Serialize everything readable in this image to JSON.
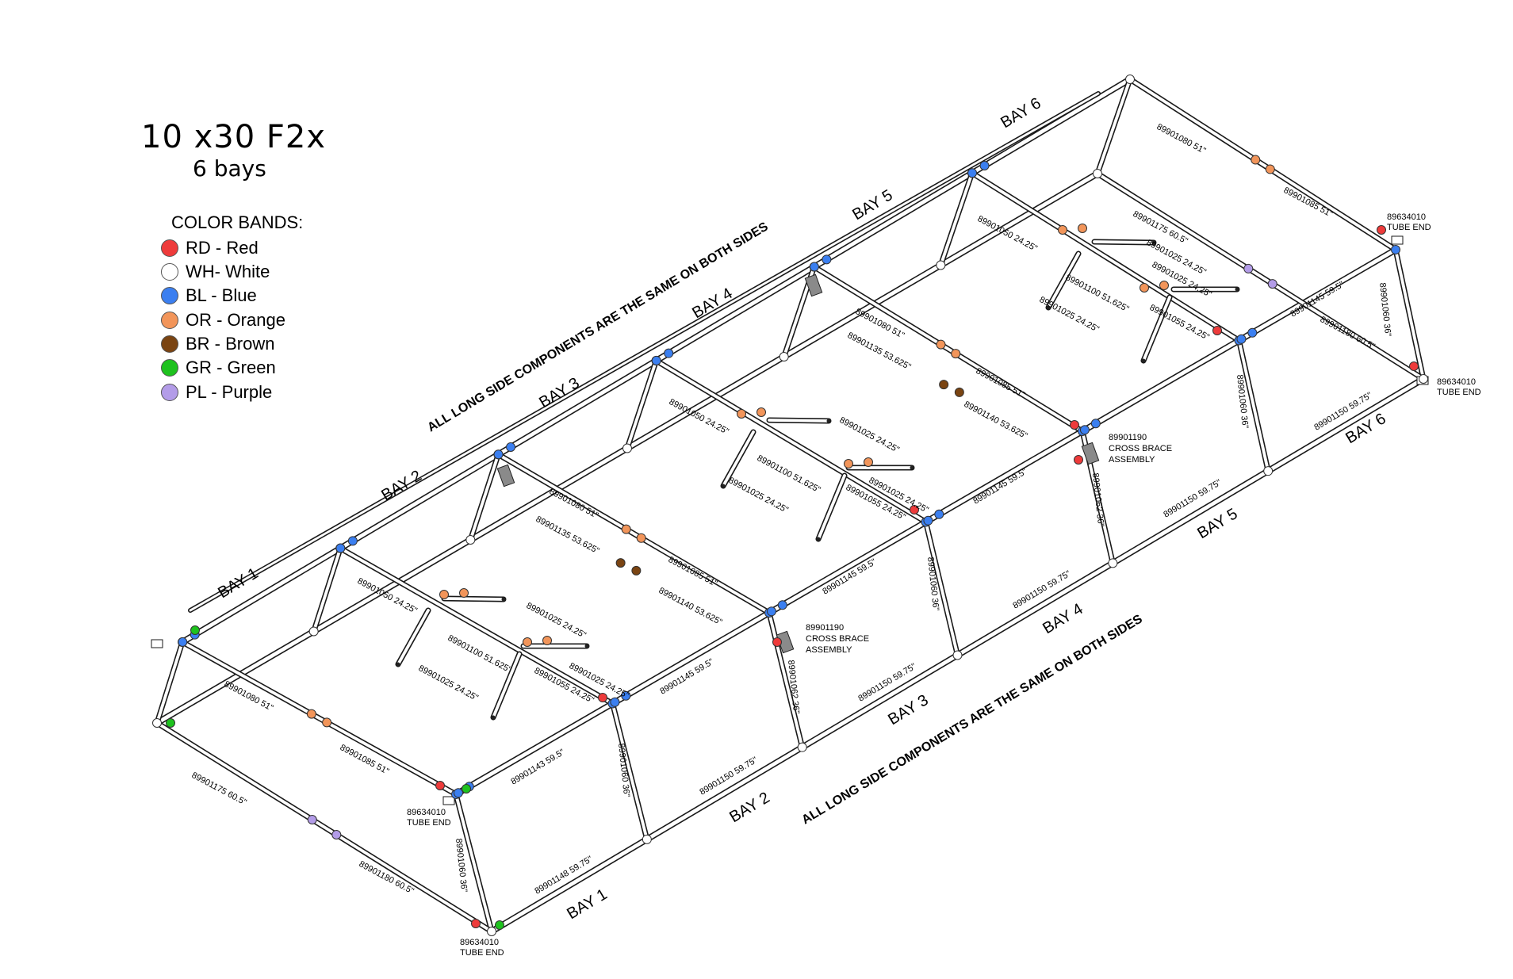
{
  "header": {
    "title": "10 x30  F2x",
    "subtitle": "6 bays"
  },
  "legend": {
    "title": "COLOR BANDS:",
    "items": [
      {
        "label": "RD - Red",
        "color": "#ee3b3b"
      },
      {
        "label": "WH- White",
        "color": "#ffffff"
      },
      {
        "label": "BL - Blue",
        "color": "#3b7ff0"
      },
      {
        "label": "OR - Orange",
        "color": "#f2955a"
      },
      {
        "label": "BR - Brown",
        "color": "#7a4412"
      },
      {
        "label": "GR - Green",
        "color": "#1ec21e"
      },
      {
        "label": "PL - Purple",
        "color": "#b39ce8"
      }
    ]
  },
  "colors": {
    "tube_fill": "#ffffff",
    "tube_stroke": "#1a1a1a",
    "cross_brace": "#8a8a8a"
  },
  "notes": {
    "back_side": "ALL LONG SIDE COMPONENTS ARE THE SAME ON BOTH SIDES",
    "front_side": "ALL LONG SIDE COMPONENTS ARE THE SAME ON BOTH SIDES"
  },
  "bays": {
    "back": [
      "BAY 1",
      "BAY 2",
      "BAY 3",
      "BAY 4",
      "BAY 5",
      "BAY 6"
    ],
    "front": [
      "BAY 1",
      "BAY 2",
      "BAY 3",
      "BAY 4",
      "BAY 5",
      "BAY 6"
    ]
  },
  "parts": {
    "rafter_left": [
      "89901080 51\"",
      "89901080 51\"",
      "89901080 51\"",
      "89901080 51\""
    ],
    "rafter_right": [
      "89901085 51\"",
      "89901085 51\"",
      "89901085 51\"",
      "89901085 51\""
    ],
    "ridge_front_top": [
      "89901050 24.25\"",
      "89901050 24.25\"",
      "89901050 24.25\""
    ],
    "ridge_mid": [
      "89901100 51.625\"",
      "89901100 51.625\"",
      "89901100 51.625\""
    ],
    "ridge_back": [
      "89901055 24.25\"",
      "89901055 24.25\"",
      "89901055 24.25\""
    ],
    "brace_top": [
      "89901025 24.25\"",
      "89901025 24.25\"",
      "89901025 24.25\""
    ],
    "brace_bottom": [
      "89901025 24.25\"",
      "89901025 24.25\"",
      "89901025 24.25\""
    ],
    "brace_right": [
      "89901025 24.25\"",
      "89901025 24.25\"",
      "89901025 24.25\""
    ],
    "roof_135": [
      "89901135 53.625\"",
      "89901135 53.625\""
    ],
    "roof_140": [
      "89901140 53.625\"",
      "89901140 53.625\""
    ],
    "eave_143": "89901143 59.5\"",
    "eave_145": [
      "89901145 59.5\"",
      "89901145 59.5\"",
      "89901145 59.5\"",
      "89901145 59.5\""
    ],
    "base_148": "89901148 59.75\"",
    "base_150": [
      "89901150 59.75\"",
      "89901150 59.75\"",
      "89901150 59.75\"",
      "89901150 59.75\"",
      "89901150 59.75\""
    ],
    "legs_060": [
      "89901060 36\"",
      "89901060 36\"",
      "89901060 36\"",
      "89901060 36\"",
      "89901060 36\""
    ],
    "legs_062": [
      "89901062 36\"",
      "89901062 36\""
    ],
    "end_175": [
      "89901175 60.5\"",
      "89901175 60.5\""
    ],
    "end_180": [
      "89901180 60.5\"",
      "89901180 60.5\""
    ],
    "tube_end": [
      "89634010",
      "89634010",
      "89634010",
      "89634010"
    ],
    "tube_end_word": "TUBE END",
    "cross_brace": [
      "89901190",
      "89901190"
    ],
    "cross_brace_word1": "CROSS BRACE",
    "cross_brace_word2": "ASSEMBLY"
  }
}
